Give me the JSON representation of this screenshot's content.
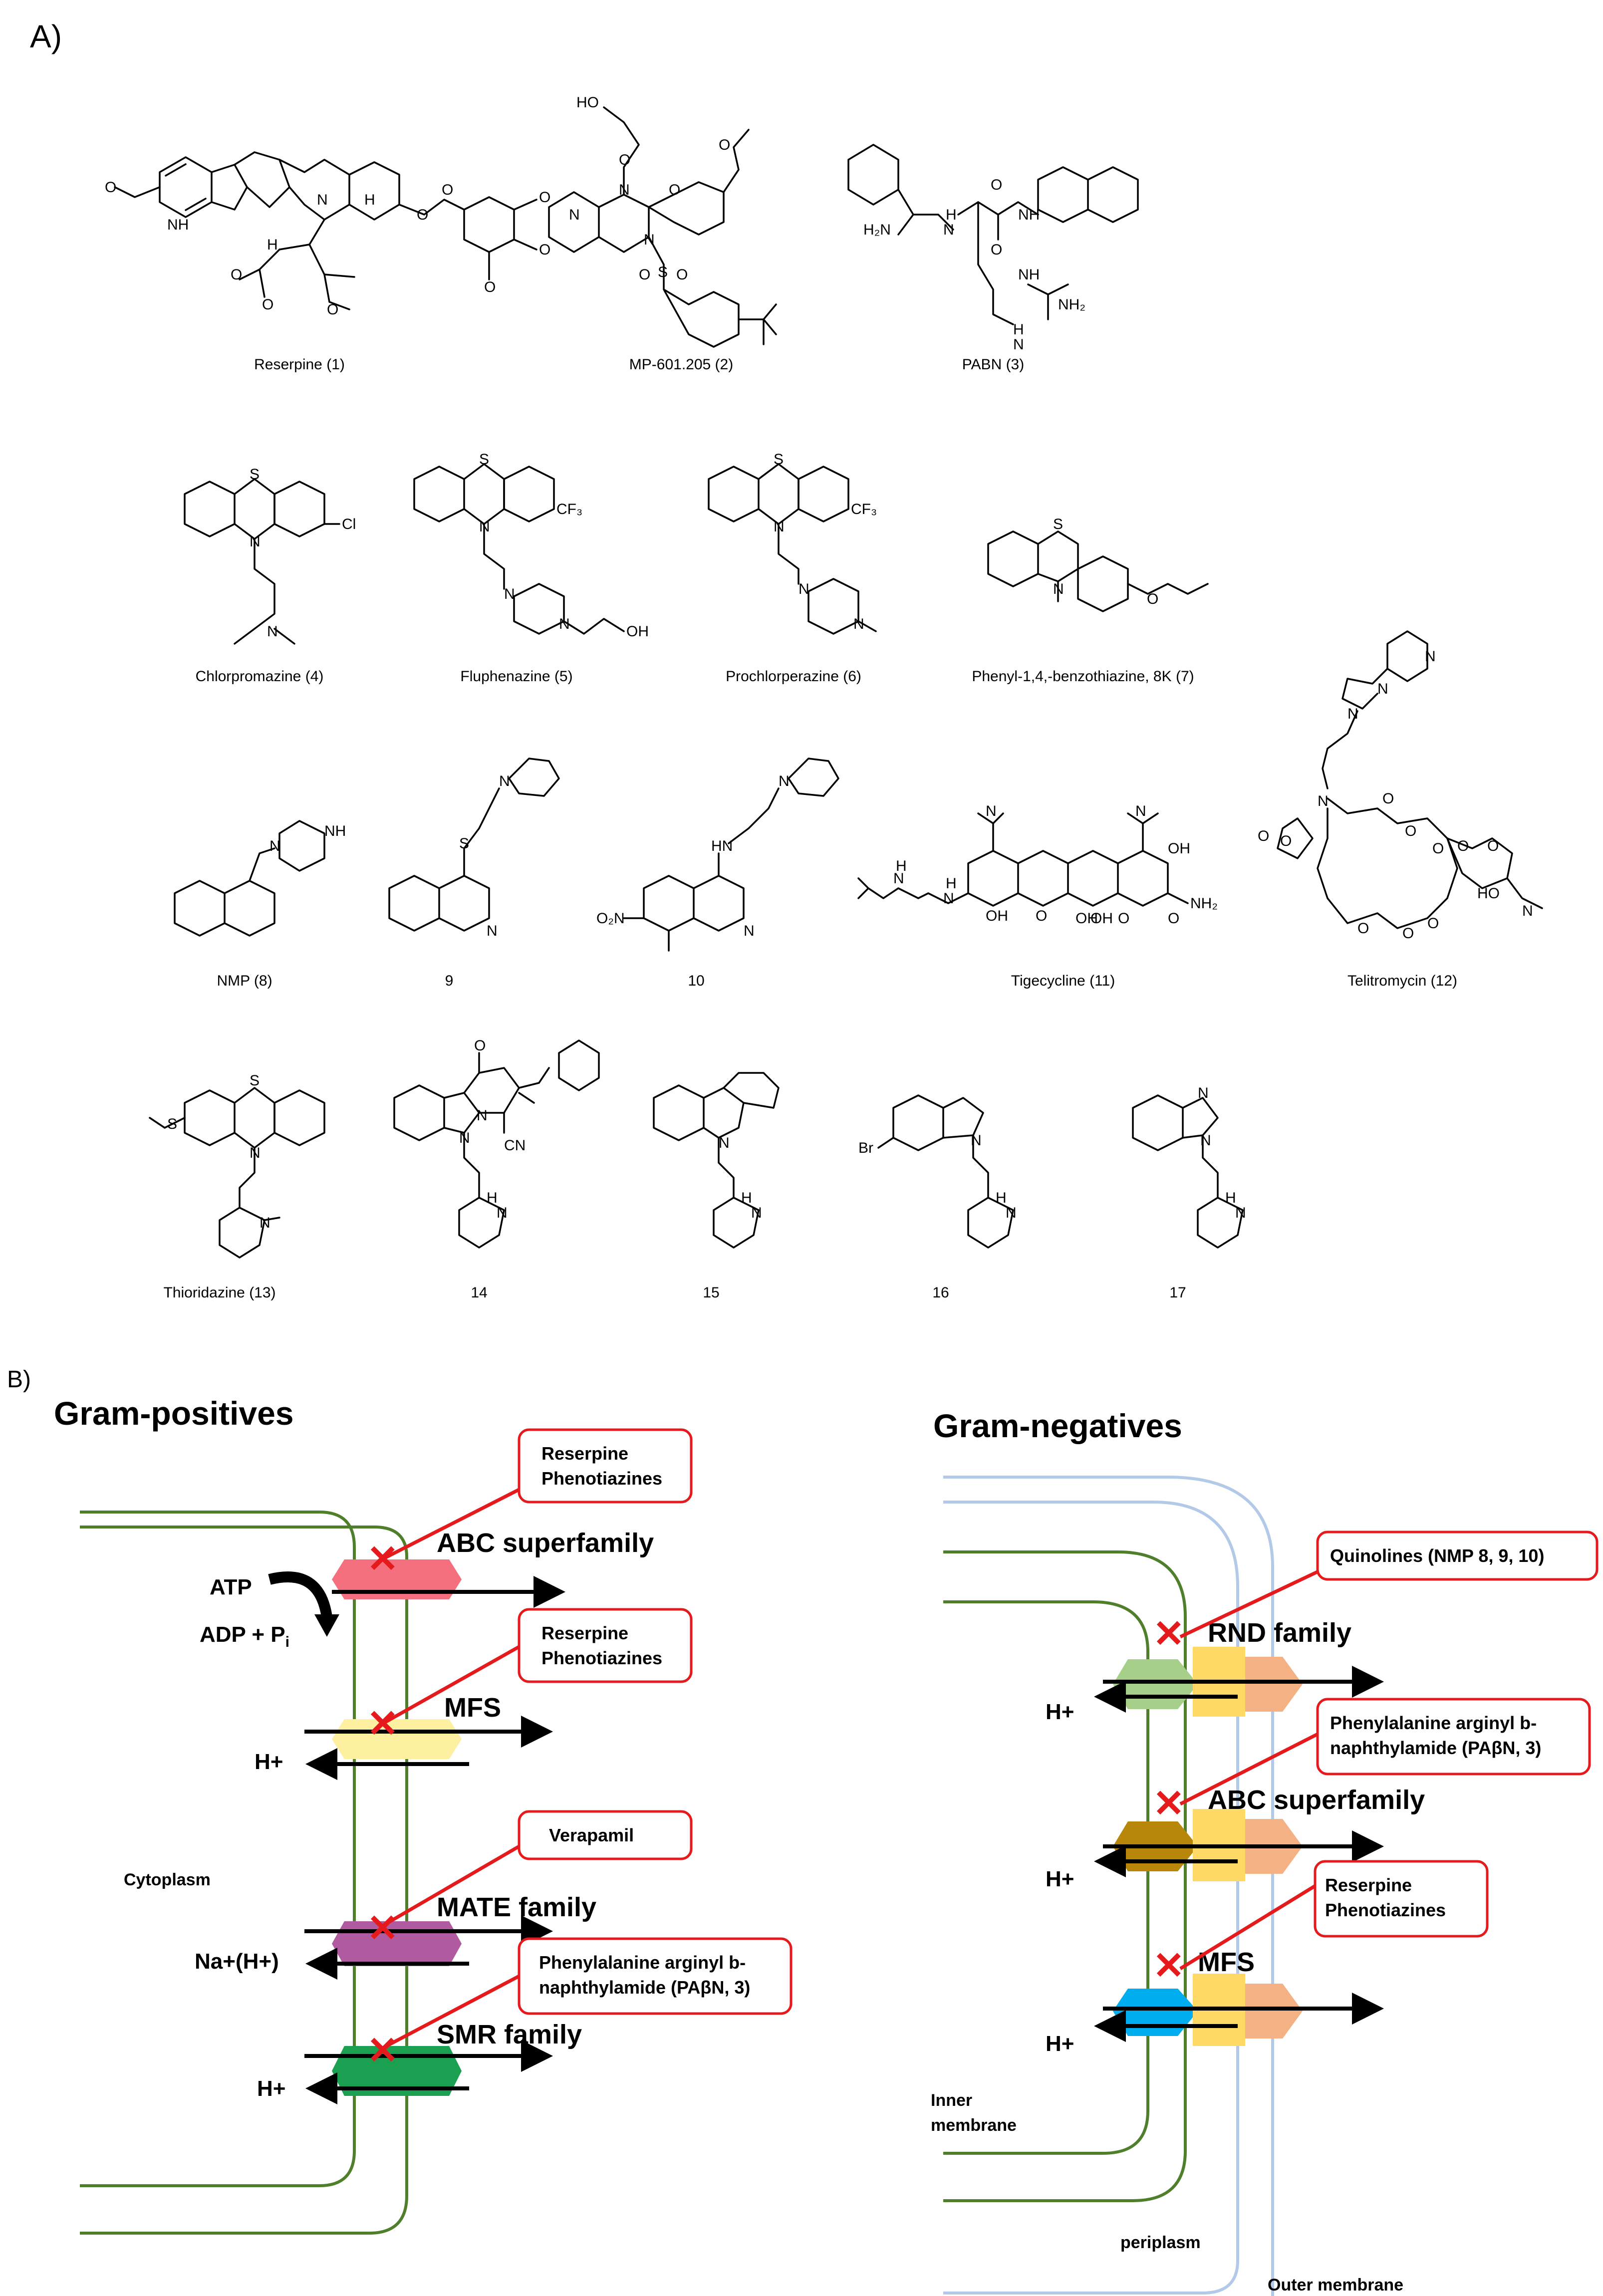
{
  "panel_a": {
    "label": "A)",
    "compounds": [
      {
        "name": "Reserpine (1)"
      },
      {
        "name": "MP-601.205 (2)"
      },
      {
        "name": "PABN (3)"
      },
      {
        "name": "Chlorpromazine (4)"
      },
      {
        "name": "Fluphenazine (5)"
      },
      {
        "name": "Prochlorperazine (6)"
      },
      {
        "name": "Phenyl-1,4,-benzothiazine, 8K (7)"
      },
      {
        "name": "NMP (8)"
      },
      {
        "name": "9"
      },
      {
        "name": "10"
      },
      {
        "name": "Tigecycline (11)"
      },
      {
        "name": "Telitromycin (12)"
      },
      {
        "name": "Thioridazine (13)"
      },
      {
        "name": "14"
      },
      {
        "name": "15"
      },
      {
        "name": "16"
      },
      {
        "name": "17"
      }
    ],
    "atoms": {
      "o": "O",
      "n": "N",
      "nh": "NH",
      "h": "H",
      "s": "S",
      "cl": "Cl",
      "cf3": "CF3",
      "oh": "OH",
      "ho": "HO",
      "h2n": "H2N",
      "nh2": "NH2",
      "br": "Br",
      "cn": "CN",
      "o2n": "O2N"
    }
  },
  "panel_b": {
    "label": "B)",
    "gram_positive": {
      "title": "Gram-positives",
      "cytoplasm_label": "Cytoplasm",
      "atp_label": "ATP",
      "adp_label": "ADP + P",
      "adp_sub": "i",
      "families": [
        {
          "name": "ABC superfamily",
          "color": "#f4707f",
          "inhibitor_lines": [
            "Reserpine",
            "Phenotiazines"
          ],
          "ion": ""
        },
        {
          "name": "MFS",
          "color": "#fdf0a0",
          "inhibitor_lines": [
            "Reserpine",
            "Phenotiazines"
          ],
          "ion": "H+"
        },
        {
          "name": "MATE family",
          "color": "#b05aa0",
          "inhibitor_lines": [
            "Verapamil"
          ],
          "ion": "Na+(H+)"
        },
        {
          "name": "SMR family",
          "color": "#1aa050",
          "inhibitor_lines": [
            "Phenylalanine arginyl b-",
            "naphthylamide (PAβN, 3)"
          ],
          "ion": "H+"
        }
      ]
    },
    "gram_negative": {
      "title": "Gram-negatives",
      "inner_membrane_label": [
        "Inner",
        "membrane"
      ],
      "periplasm_label": "periplasm",
      "outer_membrane_label": "Outer membrane",
      "families": [
        {
          "name": "RND family",
          "color": "#a6d08a",
          "inhibitor_lines": [
            "Quinolines (NMP 8, 9, 10)"
          ],
          "ion": "H+"
        },
        {
          "name": "ABC superfamily",
          "color": "#b8860b",
          "inhibitor_lines": [
            "Phenylalanine arginyl b-",
            "naphthylamide (PAβN, 3)"
          ],
          "ion": "H+"
        },
        {
          "name": "MFS",
          "color": "#00aeef",
          "inhibitor_lines": [
            "Reserpine",
            "Phenotiazines"
          ],
          "ion": "H+"
        }
      ],
      "adaptor_color": "#ffd966",
      "outer_channel_color": "#f4b183"
    },
    "inhibition_color": "#e41a1c",
    "membrane_color": "#4f7f2b",
    "outer_membrane_color": "#b3c9e8"
  }
}
